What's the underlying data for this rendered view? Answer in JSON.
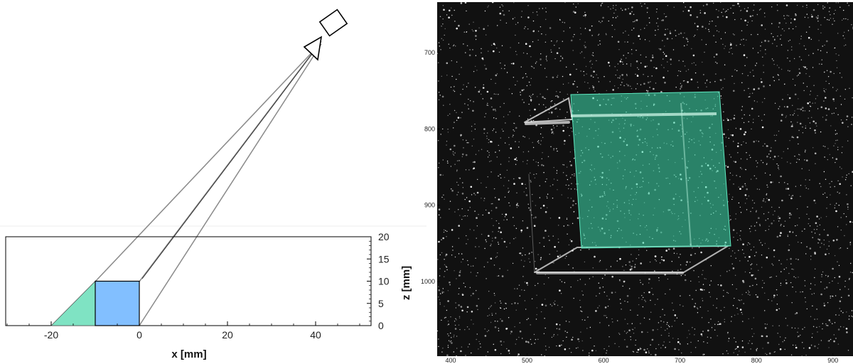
{
  "left_panel": {
    "x_axis": {
      "label": "x [mm]",
      "range": [
        -30,
        53
      ],
      "ticks": [
        -20,
        0,
        20,
        40
      ],
      "tick_labels": [
        "-20",
        "0",
        "20",
        "40"
      ]
    },
    "z_axis": {
      "label": "z [mm]",
      "range": [
        0,
        20
      ],
      "ticks": [
        0,
        5,
        10,
        15,
        20
      ],
      "tick_labels": [
        "0",
        "5",
        "10",
        "15",
        "20"
      ]
    },
    "shapes": {
      "prism": {
        "vertices": [
          [
            -20,
            0
          ],
          [
            -10,
            10
          ],
          [
            -10,
            0
          ]
        ],
        "color": "#7fe3c3"
      },
      "cube": {
        "x": [
          -10,
          0
        ],
        "z": [
          0,
          10
        ],
        "color": "#82bfff"
      }
    },
    "colors": {
      "rays": "#8a8a8a",
      "outline": "#000000"
    }
  },
  "right_panel": {
    "x_tick_labels": [
      "400",
      "500",
      "600",
      "700",
      "800",
      "900"
    ],
    "y_tick_labels": [
      "700",
      "800",
      "900",
      "1000"
    ],
    "colors": {
      "background": "#111111",
      "overlay": "#3fe0b0",
      "speckle": "#ffffff"
    }
  }
}
